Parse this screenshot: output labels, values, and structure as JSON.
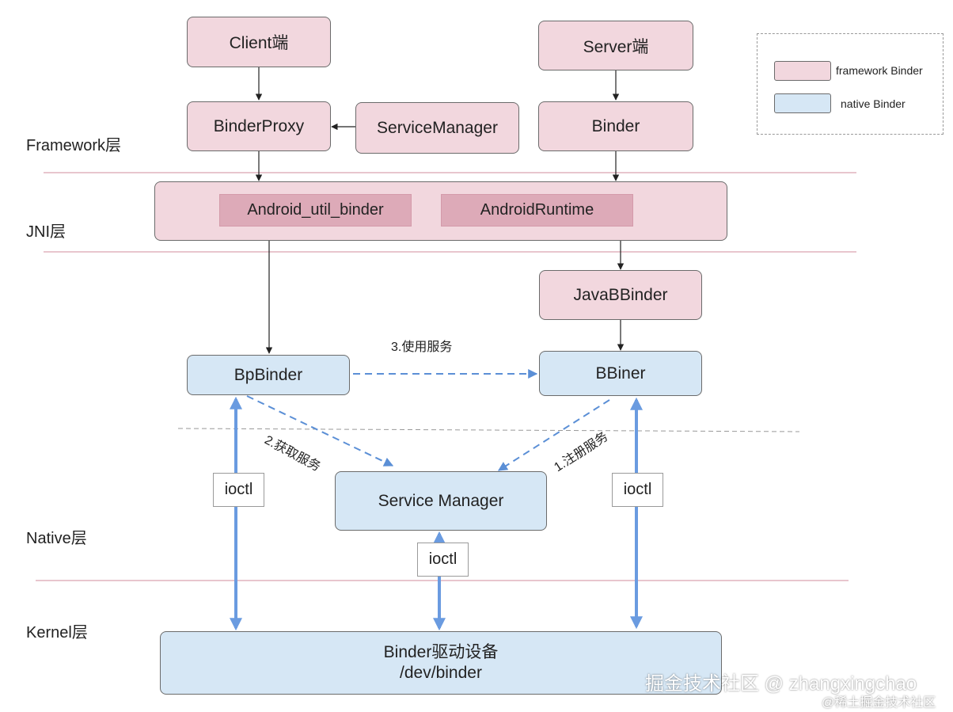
{
  "layers": {
    "framework": "Framework层",
    "jni": "JNI层",
    "native": "Native层",
    "kernel": "Kernel层"
  },
  "nodes": {
    "client": "Client端",
    "server": "Server端",
    "binder_proxy": "BinderProxy",
    "service_manager_fw": "ServiceManager",
    "binder": "Binder",
    "android_util_binder": "Android_util_binder",
    "android_runtime": "AndroidRuntime",
    "java_bbinder": "JavaBBinder",
    "bp_binder": "BpBinder",
    "bbiner": "BBiner",
    "service_manager_native": "Service Manager",
    "binder_driver_line1": "Binder驱动设备",
    "binder_driver_line2": "/dev/binder"
  },
  "ioctl_labels": {
    "left": "ioctl",
    "center": "ioctl",
    "right": "ioctl"
  },
  "annotations": {
    "use_service": "3.使用服务",
    "get_service": "2.获取服务",
    "register_service": "1.注册服务"
  },
  "legend": {
    "framework_binder": "framework Binder",
    "native_binder": "native Binder"
  },
  "watermark": {
    "main": "掘金技术社区 @ zhangxingchao",
    "sub": "@稀土掘金技术社区"
  },
  "colors": {
    "framework_fill": "#f2d7de",
    "native_fill": "#d6e7f5",
    "inner_fill": "#ddaab8",
    "dashed_arrow": "#5b8fd6",
    "ioctl_arrow": "#6a9be0",
    "separator": "#e8c6ce"
  }
}
